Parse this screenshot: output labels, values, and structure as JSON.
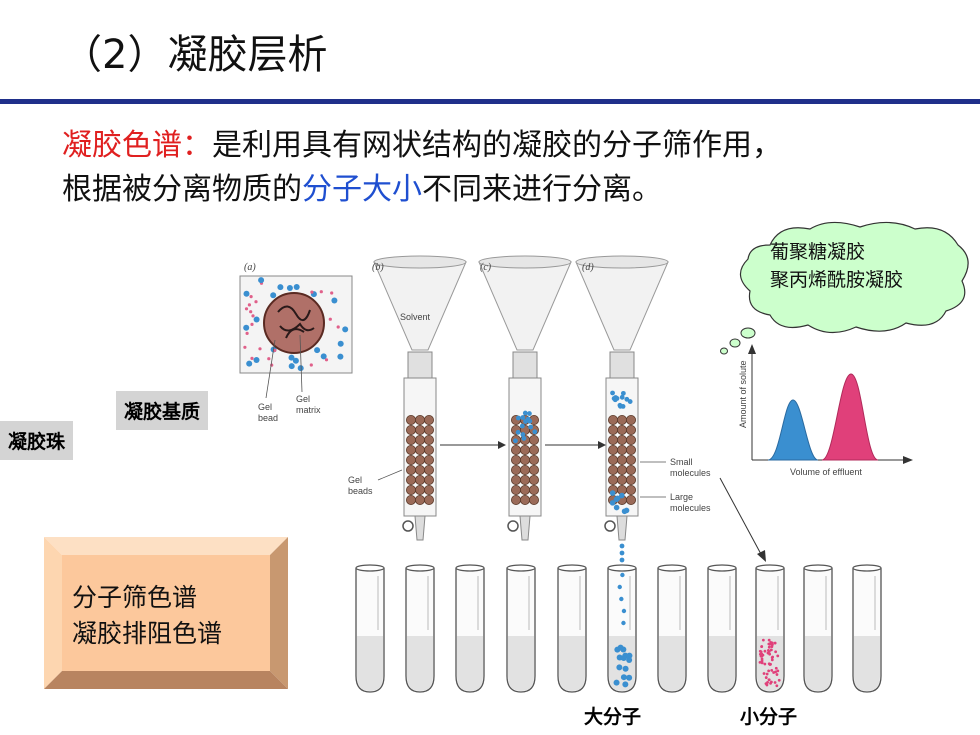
{
  "title": "（2）凝胶层析",
  "definition": {
    "term": "凝胶色谱：",
    "line1_rest": "是利用具有网状结构的凝胶的分子筛作用，",
    "line2_pre": "根据被分离物质的",
    "line2_highlight": "分子大小",
    "line2_post": "不同来进行分离。"
  },
  "labels": {
    "gel_matrix_cn": "凝胶基质",
    "gel_bead_cn": "凝胶珠",
    "large_molecule_cn": "大分子",
    "small_molecule_cn": "小分子"
  },
  "cloud": {
    "line1": "葡聚糖凝胶",
    "line2": "聚丙烯酰胺凝胶"
  },
  "alt_names": {
    "line1": "分子筛色谱",
    "line2": "凝胶排阻色谱"
  },
  "figure": {
    "panels": [
      "(a)",
      "(b)",
      "(c)",
      "(d)"
    ],
    "gel_bead": "Gel\nbead",
    "gel_matrix": "Gel\nmatrix",
    "solvent": "Solvent",
    "gel_beads": "Gel\nbeads",
    "small_molecules": "Small\nmolecules",
    "large_molecules": "Large\nmolecules",
    "y_axis": "Amount of solute",
    "x_axis": "Volume of effluent"
  },
  "colors": {
    "title_rule": "#1f2f8a",
    "term_red": "#e02020",
    "highlight_blue": "#1f4fd0",
    "cloud_fill": "#ccffcc",
    "bevel_fill": "#fcc89c",
    "peak_blue": "#3a8fd0",
    "peak_pink": "#e0407a"
  }
}
